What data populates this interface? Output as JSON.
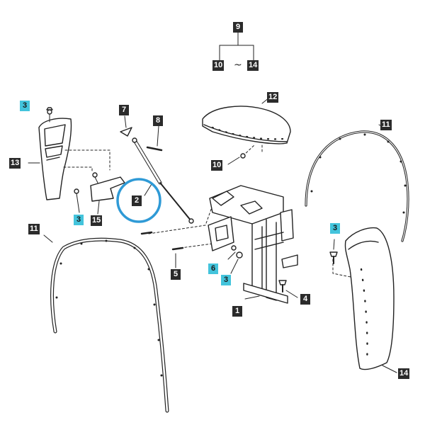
{
  "labels": {
    "p9": "9",
    "p10_top": "10",
    "tilde": "~",
    "p14_top": "14",
    "p12": "12",
    "p11_right": "11",
    "p3_top": "3",
    "p7": "7",
    "p8": "8",
    "p13": "13",
    "p10_mid": "10",
    "p2": "2",
    "p3_left": "3",
    "p15": "15",
    "p11_left": "11",
    "p3_right": "3",
    "p5": "5",
    "p6": "6",
    "p3_center": "3",
    "p4": "4",
    "p1": "1",
    "p14_bottom": "14"
  },
  "colors": {
    "label_dark": "#2b2b2b",
    "label_highlight": "#43c4dc",
    "callout_circle": "#2f9ad6"
  }
}
